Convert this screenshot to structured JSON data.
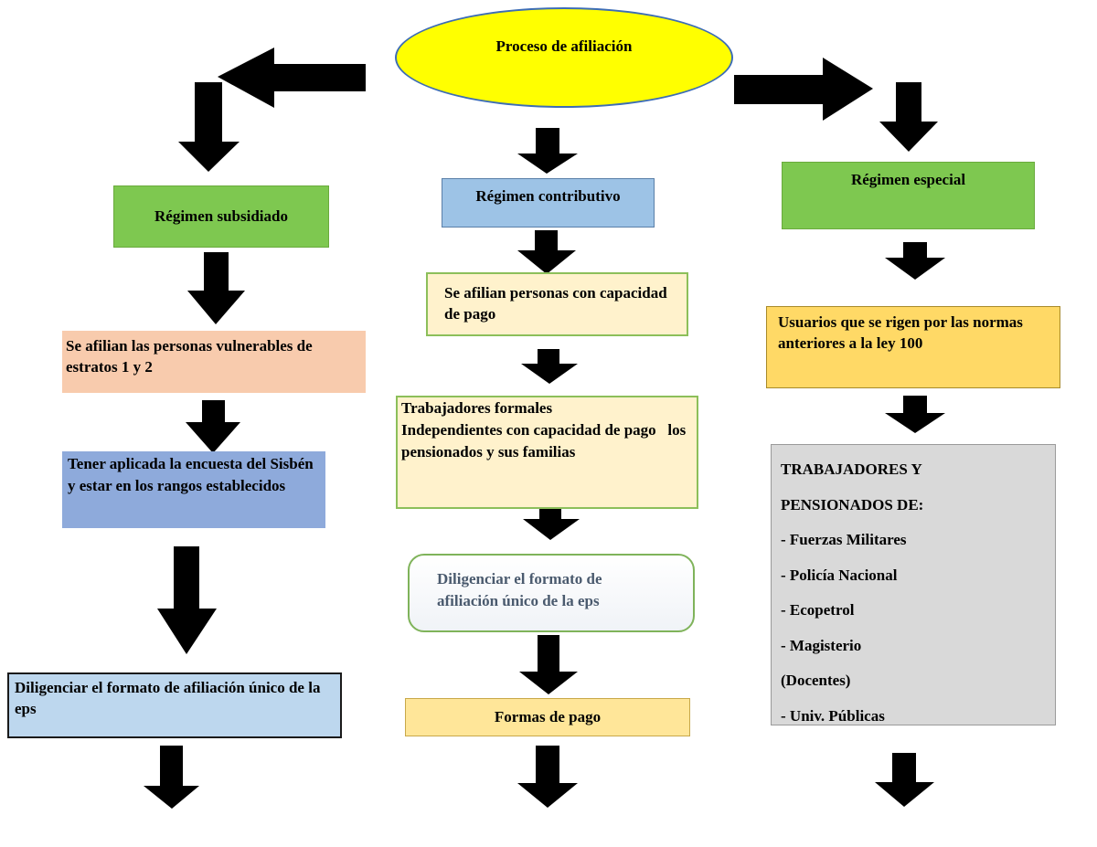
{
  "title": "Proceso de afiliación",
  "subsidiado": {
    "header": "Régimen subsidiado",
    "step1": "Se afilian las personas vulnerables de estratos 1 y 2",
    "step2": "Tener aplicada la encuesta del Sisbén y estar en los rangos establecidos",
    "step3": "Diligenciar el formato de afiliación único de la eps"
  },
  "contributivo": {
    "header": "Régimen contributivo",
    "step1": "Se afilian personas con capacidad de pago",
    "step2_line1": "Trabajadores formales",
    "step2_line2": "Independientes con capacidad de pago   los pensionados y sus familias",
    "step3": "Diligenciar el formato de afiliación único de la eps",
    "step4": "Formas de pago"
  },
  "especial": {
    "header": "Régimen especial",
    "step1": "Usuarios que se rigen por las normas anteriores a la ley 100",
    "list": [
      "TRABAJADORES Y",
      "PENSIONADOS DE:",
      "- Fuerzas Militares",
      "- Policía Nacional",
      "- Ecopetrol",
      "- Magisterio",
      "(Docentes)",
      "- Univ. Públicas"
    ]
  },
  "colors": {
    "arrow": "#000000",
    "ellipse": "#ffff00",
    "green": "#7ec850",
    "blue": "#9dc3e6",
    "peach": "#f8cbad",
    "cream": "#fff2cc",
    "gold": "#ffd966",
    "gray": "#d9d9d9"
  }
}
